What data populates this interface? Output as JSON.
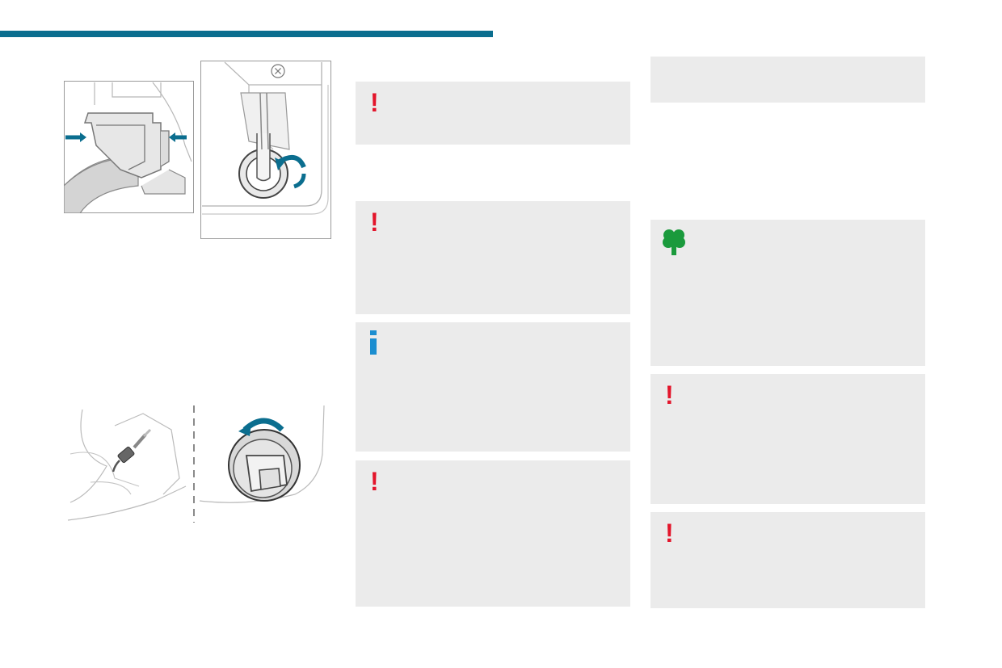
{
  "page": {
    "accent_color": "#0b6e8f",
    "box_color": "#ebebeb"
  },
  "icons": {
    "warning": {
      "name": "exclamation-icon",
      "glyph": "!",
      "color": "#e3152b"
    },
    "info": {
      "name": "info-icon",
      "color": "#1c8ed0"
    },
    "eco": {
      "name": "eco-tree-icon",
      "color": "#1a9a3c"
    }
  },
  "figures": [
    {
      "name": "connector-release-illustration"
    },
    {
      "name": "bulb-holder-rotate-illustration"
    },
    {
      "name": "bulb-wire-illustration"
    },
    {
      "name": "lamp-connector-rotate-illustration"
    }
  ]
}
